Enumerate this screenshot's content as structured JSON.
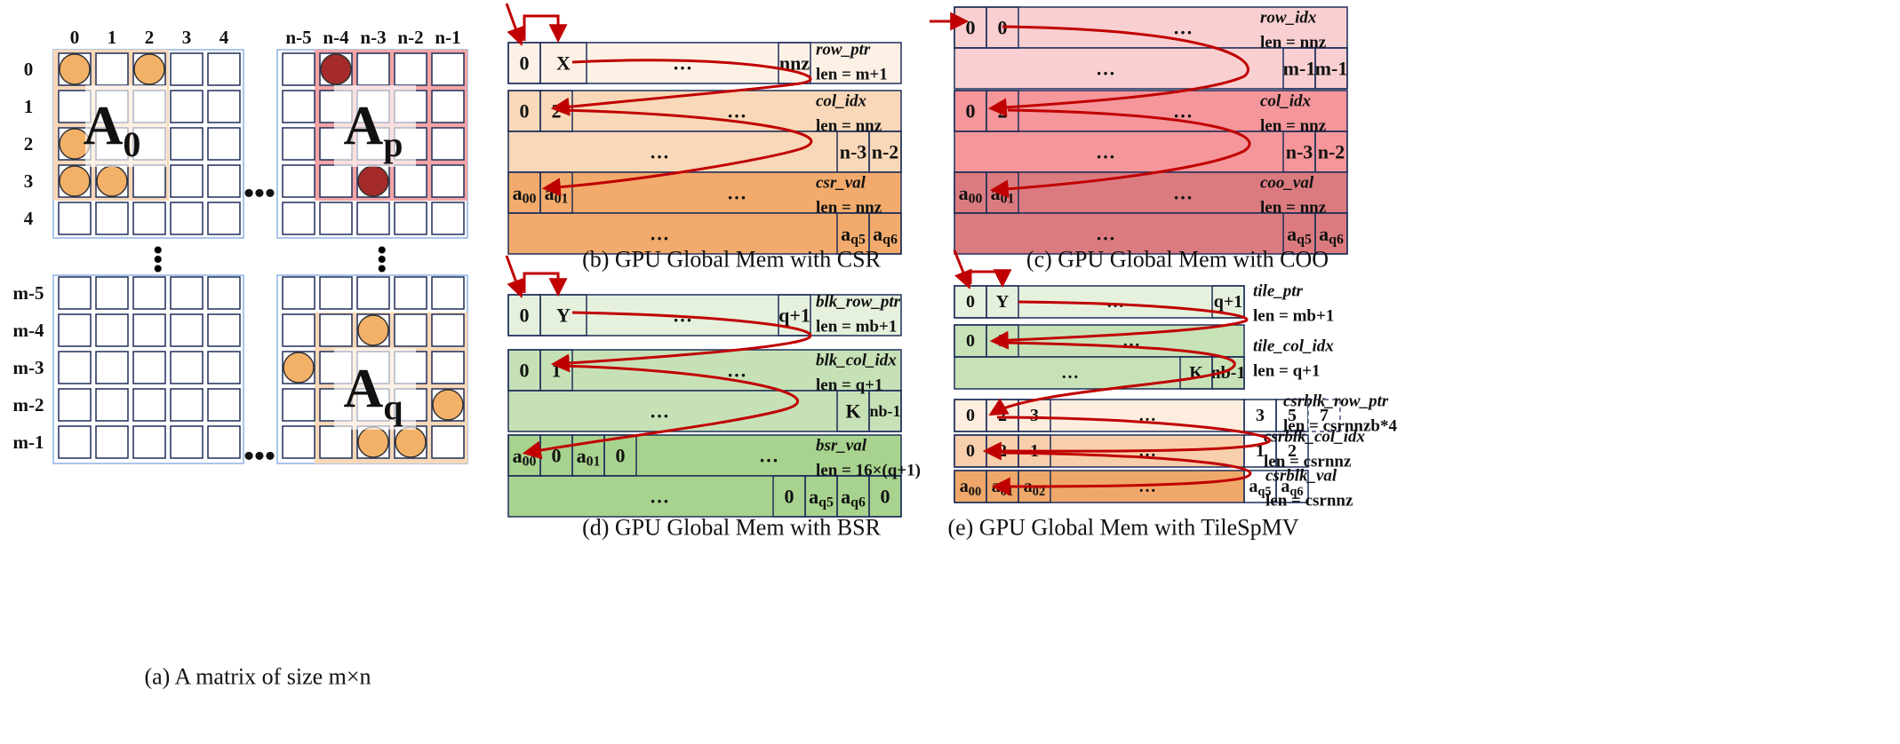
{
  "colors": {
    "arrow": "#c00000",
    "border": "#1f2f5a",
    "cell_stroke": "#203864",
    "csr_1": "#fdf1e6",
    "csr_2": "#f8d8b8",
    "csr_3": "#f2ab6c",
    "coo_1": "#f9cfd1",
    "coo_2": "#f5969a",
    "coo_3": "#db7b80",
    "bsr_1": "#e5f1dd",
    "bsr_2": "#c7e1b7",
    "bsr_3": "#a8d38e",
    "tile_2": "#c8e2b8",
    "tile_3": "#fdeddf",
    "tile_4": "#f8cfac",
    "tile_5": "#f0a86a",
    "matrix_orange": "#f8d8b8",
    "matrix_red": "#f3a5a6",
    "matrix_blue_border": "#8db3e2",
    "nz_orange": "#f3b168",
    "nz_red": "#a52a2a"
  },
  "matrix": {
    "col_labels": [
      "0",
      "1",
      "2",
      "3",
      "4",
      "n-5",
      "n-4",
      "n-3",
      "n-2",
      "n-1"
    ],
    "row_labels_top": [
      "0",
      "1",
      "2",
      "3",
      "4"
    ],
    "row_labels_bottom": [
      "m-5",
      "m-4",
      "m-3",
      "m-2",
      "m-1"
    ],
    "dots": "•••",
    "block_labels": [
      {
        "main": "A",
        "sub": "0"
      },
      {
        "main": "A",
        "sub": "p"
      },
      {
        "main": "A",
        "sub": "q"
      }
    ],
    "caption": "(a) A matrix of size m×n"
  },
  "csr": {
    "caption": "(b) GPU Global Mem with CSR",
    "rows": [
      {
        "cells": [
          "0",
          "X",
          "…",
          "nnz"
        ],
        "name": "row_ptr",
        "len": "len = m+1"
      },
      {
        "cells": [
          "0",
          "2",
          "…"
        ],
        "cells2": [
          "…",
          "n-3",
          "n-2"
        ],
        "name": "col_idx",
        "len": "len = nnz"
      },
      {
        "cells": [
          "a00",
          "a01",
          "…"
        ],
        "cells2": [
          "…",
          "aq5",
          "aq6"
        ],
        "name": "csr_val",
        "len": "len = nnz"
      }
    ]
  },
  "coo": {
    "caption": "(c) GPU Global Mem with COO",
    "rows": [
      {
        "cells": [
          "0",
          "0",
          "…"
        ],
        "cells2": [
          "…",
          "m-1",
          "m-1"
        ],
        "name": "row_idx",
        "len": "len = nnz"
      },
      {
        "cells": [
          "0",
          "2",
          "…"
        ],
        "cells2": [
          "…",
          "n-3",
          "n-2"
        ],
        "name": "col_idx",
        "len": "len = nnz"
      },
      {
        "cells": [
          "a00",
          "a01",
          "…"
        ],
        "cells2": [
          "…",
          "aq5",
          "aq6"
        ],
        "name": "coo_val",
        "len": "len = nnz"
      }
    ]
  },
  "bsr": {
    "caption": "(d) GPU Global Mem with BSR",
    "rows": [
      {
        "cells": [
          "0",
          "Y",
          "…",
          "q+1"
        ],
        "name": "blk_row_ptr",
        "len": "len = mb+1"
      },
      {
        "cells": [
          "0",
          "1",
          "…"
        ],
        "cells2": [
          "…",
          "K",
          "nb-1"
        ],
        "name": "blk_col_idx",
        "len": "len = q+1"
      },
      {
        "cells": [
          "a00",
          "0",
          "a01",
          "0",
          "…"
        ],
        "cells2": [
          "…",
          "0",
          "aq5",
          "aq6",
          "0"
        ],
        "name": "bsr_val",
        "len": "len = 16×(q+1)"
      }
    ]
  },
  "tile": {
    "caption": "(e) GPU Global Mem with TileSpMV",
    "rows": [
      {
        "cells": [
          "0",
          "Y",
          "…",
          "q+1"
        ],
        "name": "tile_ptr",
        "len": "len = mb+1"
      },
      {
        "cells": [
          "0",
          "3",
          "…"
        ],
        "cells2": [
          "…",
          "K",
          "nb-1"
        ],
        "name": "tile_col_idx",
        "len": "len = q+1"
      },
      {
        "cells": [
          "0",
          "2",
          "3",
          "…",
          "3",
          "5",
          "7"
        ],
        "name": "csrblk_row_ptr",
        "len": "len = csrnnzb*4"
      },
      {
        "cells": [
          "0",
          "2",
          "1",
          "…",
          "1",
          "2"
        ],
        "name": "csrblk_col_idx",
        "len": "len = csrnnz"
      },
      {
        "cells": [
          "a00",
          "a01",
          "a02",
          "…",
          "aq5",
          "aq6"
        ],
        "name": "csrblk_val",
        "len": "len = csrnnz"
      }
    ]
  }
}
